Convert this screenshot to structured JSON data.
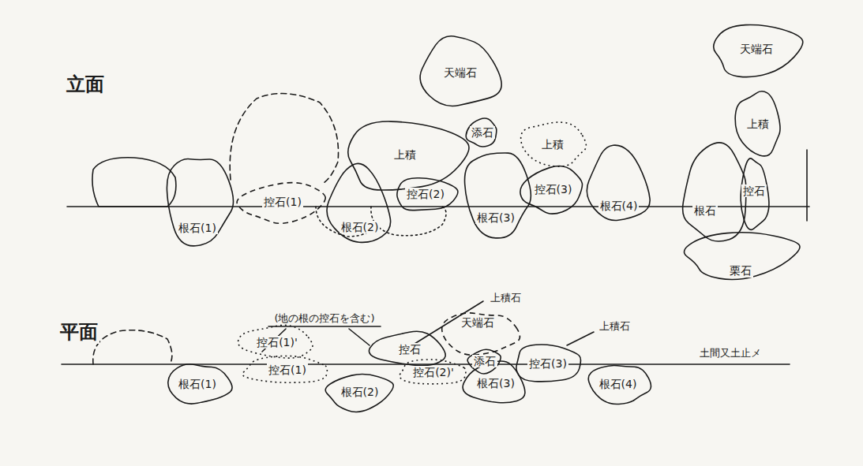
{
  "diagram": {
    "nodes": [
      {
        "text": [
          "根石(1)"
        ]
      },
      {
        "text": [
          "控石(1)"
        ]
      },
      {
        "text": [
          "根石(2)"
        ]
      },
      {
        "text": [
          "控石(2)"
        ]
      },
      {
        "text": [
          "根石(3)"
        ]
      },
      {
        "text": [
          "控石(3)"
        ]
      },
      {
        "text": [
          "根石(4)"
        ]
      },
      {
        "text": [
          "上積"
        ]
      },
      {
        "text": [
          "上積"
        ]
      },
      {
        "text": [
          "添石"
        ]
      },
      {
        "text": [
          "天端石"
        ]
      },
      {
        "text": [
          "天端石"
        ]
      },
      {
        "text": [
          "上積"
        ]
      },
      {
        "text": [
          "根石"
        ]
      },
      {
        "text": [
          "控石"
        ]
      },
      {
        "text": [
          "栗石"
        ]
      },
      {
        "text": [
          "控石(1)'"
        ]
      },
      {
        "text": [
          "控石(1)"
        ]
      },
      {
        "text": [
          "根石(1)"
        ]
      },
      {
        "text": [
          "根石(2)"
        ]
      },
      {
        "text": [
          "控石"
        ]
      },
      {
        "text": [
          "控石(2)'"
        ]
      },
      {
        "text": [
          "天端石"
        ]
      },
      {
        "text": [
          "添石"
        ]
      },
      {
        "text": [
          "根石(3)"
        ]
      },
      {
        "text": [
          "控石(3)"
        ]
      },
      {
        "text": [
          "根石(4)"
        ]
      }
    ],
    "edges": [],
    "labels": [
      "立面",
      "平面",
      "(地の根の控石を含む)",
      "上積石",
      "上積石",
      "土間又土止メ"
    ]
  }
}
